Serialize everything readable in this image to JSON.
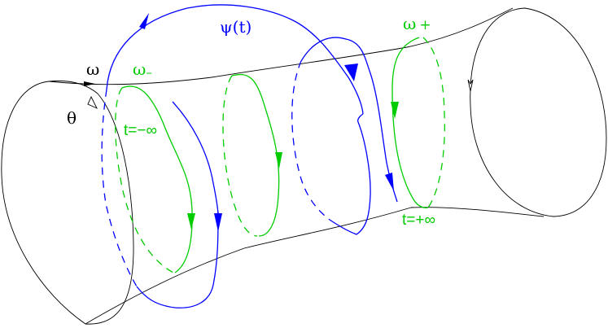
{
  "diagram": {
    "description": "Tube (cylinder) with coordinates omega along axis and theta around circumference; trajectory psi(t) winding from omega_- at t=-inf to omega_+ at t=+inf",
    "labels": {
      "omega": "ω",
      "theta": "θ",
      "psi": "ψ(t)",
      "omega_minus": "ω₋",
      "omega_minus_main": "ω",
      "omega_minus_sub": "–",
      "omega_plus_main": "ω",
      "omega_plus_sub": "+",
      "t_minus_inf": "t=−∞",
      "t_plus_inf": "t=+∞"
    },
    "colors": {
      "tube": "#000000",
      "trajectory": "#0000ff",
      "limit_orbits": "#00cc00",
      "background": "#ffffff"
    }
  }
}
